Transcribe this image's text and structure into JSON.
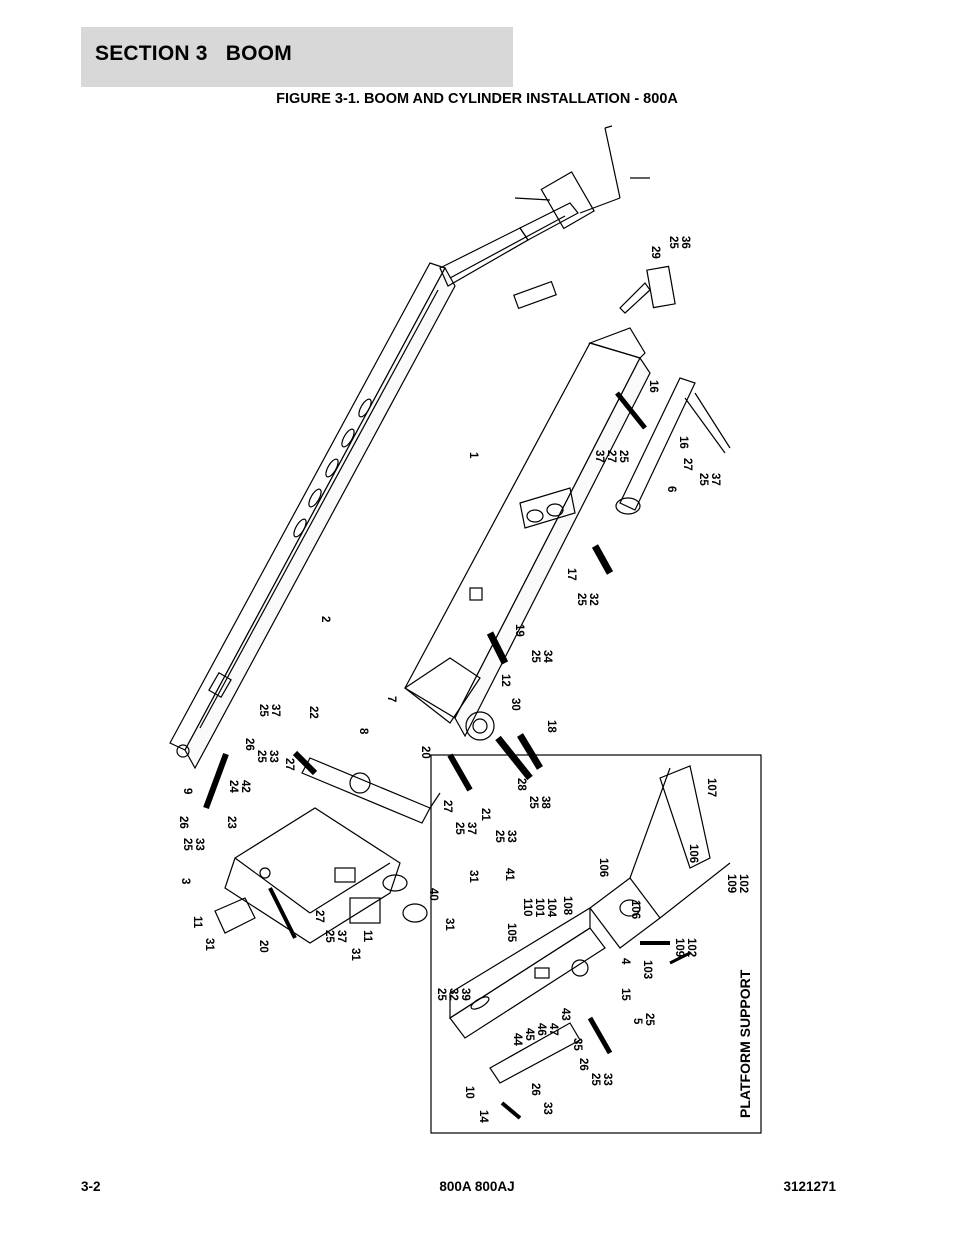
{
  "header": {
    "section_title": "SECTION 3   BOOM"
  },
  "figure": {
    "title": "FIGURE 3-1. BOOM AND CYLINDER INSTALLATION - 800A",
    "inset_label": "PLATFORM SUPPORT",
    "callouts": [
      {
        "text": "29"
      },
      {
        "text": "25"
      },
      {
        "text": "36"
      },
      {
        "text": "16"
      },
      {
        "text": "1"
      },
      {
        "text": "37"
      },
      {
        "text": "27"
      },
      {
        "text": "25"
      },
      {
        "text": "16"
      },
      {
        "text": "27"
      },
      {
        "text": "25"
      },
      {
        "text": "37"
      },
      {
        "text": "6"
      },
      {
        "text": "17"
      },
      {
        "text": "25"
      },
      {
        "text": "32"
      },
      {
        "text": "2"
      },
      {
        "text": "19"
      },
      {
        "text": "25"
      },
      {
        "text": "34"
      },
      {
        "text": "12"
      },
      {
        "text": "7"
      },
      {
        "text": "30"
      },
      {
        "text": "18"
      },
      {
        "text": "25"
      },
      {
        "text": "37"
      },
      {
        "text": "22"
      },
      {
        "text": "26"
      },
      {
        "text": "25"
      },
      {
        "text": "33"
      },
      {
        "text": "27"
      },
      {
        "text": "8"
      },
      {
        "text": "20"
      },
      {
        "text": "28"
      },
      {
        "text": "25"
      },
      {
        "text": "38"
      },
      {
        "text": "9"
      },
      {
        "text": "24"
      },
      {
        "text": "42"
      },
      {
        "text": "26"
      },
      {
        "text": "25"
      },
      {
        "text": "33"
      },
      {
        "text": "23"
      },
      {
        "text": "27"
      },
      {
        "text": "25"
      },
      {
        "text": "37"
      },
      {
        "text": "21"
      },
      {
        "text": "25"
      },
      {
        "text": "33"
      },
      {
        "text": "3"
      },
      {
        "text": "107"
      },
      {
        "text": "106"
      },
      {
        "text": "106"
      },
      {
        "text": "31"
      },
      {
        "text": "41"
      },
      {
        "text": "110"
      },
      {
        "text": "101"
      },
      {
        "text": "104"
      },
      {
        "text": "108"
      },
      {
        "text": "105"
      },
      {
        "text": "106"
      },
      {
        "text": "109"
      },
      {
        "text": "102"
      },
      {
        "text": "40"
      },
      {
        "text": "11"
      },
      {
        "text": "31"
      },
      {
        "text": "20"
      },
      {
        "text": "27"
      },
      {
        "text": "25"
      },
      {
        "text": "37"
      },
      {
        "text": "31"
      },
      {
        "text": "11"
      },
      {
        "text": "31"
      },
      {
        "text": "4"
      },
      {
        "text": "103"
      },
      {
        "text": "109"
      },
      {
        "text": "102"
      },
      {
        "text": "25"
      },
      {
        "text": "32"
      },
      {
        "text": "39"
      },
      {
        "text": "15"
      },
      {
        "text": "43"
      },
      {
        "text": "5"
      },
      {
        "text": "25"
      },
      {
        "text": "44"
      },
      {
        "text": "45"
      },
      {
        "text": "46"
      },
      {
        "text": "47"
      },
      {
        "text": "35"
      },
      {
        "text": "26"
      },
      {
        "text": "25"
      },
      {
        "text": "33"
      },
      {
        "text": "10"
      },
      {
        "text": "26"
      },
      {
        "text": "14"
      },
      {
        "text": "33"
      }
    ]
  },
  "footer": {
    "page_number": "3-2",
    "model": "800A 800AJ",
    "part_number": "3121271"
  }
}
